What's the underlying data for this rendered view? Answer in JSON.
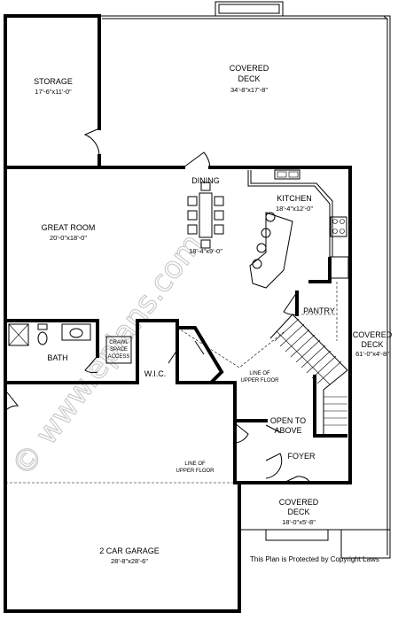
{
  "rooms": {
    "storage": {
      "name": "STORAGE",
      "dims": "17'-6\"x11'-0\""
    },
    "deck_top": {
      "name1": "COVERED",
      "name2": "DECK",
      "dims": "34'-8\"x17'-8\""
    },
    "great": {
      "name": "GREAT ROOM",
      "dims": "20'-0\"x18'-0\""
    },
    "dining": {
      "name": "DINING",
      "dims": "18'-4\"x9'-0\""
    },
    "kitchen": {
      "name": "KITCHEN",
      "dims": "18'-4\"x12'-0\""
    },
    "pantry": {
      "name": "PANTRY"
    },
    "deck_side": {
      "name1": "COVERED",
      "name2": "DECK",
      "dims": "61'-0\"x4'-8\""
    },
    "bath": {
      "name": "BATH"
    },
    "crawl": {
      "line1": "CRAWL",
      "line2": "SPACE",
      "line3": "ACCESS"
    },
    "wic": {
      "name": "W.I.C."
    },
    "open": {
      "line1": "OPEN TO",
      "line2": "ABOVE"
    },
    "foyer": {
      "name": "FOYER"
    },
    "deck_front": {
      "name1": "COVERED",
      "name2": "DECK",
      "dims": "18'-0\"x5'-8\""
    },
    "garage": {
      "name": "2 CAR GARAGE",
      "dims": "28'-8\"x28'-6\""
    }
  },
  "notes": {
    "upper_floor_1": {
      "line1": "LINE OF",
      "line2": "UPPER FLOOR"
    },
    "upper_floor_2": {
      "line1": "LINE OF",
      "line2": "UPPER FLOOR"
    },
    "copyright": "This Plan is Protected by Copyright Laws"
  },
  "watermark": "© www.eplans.com"
}
